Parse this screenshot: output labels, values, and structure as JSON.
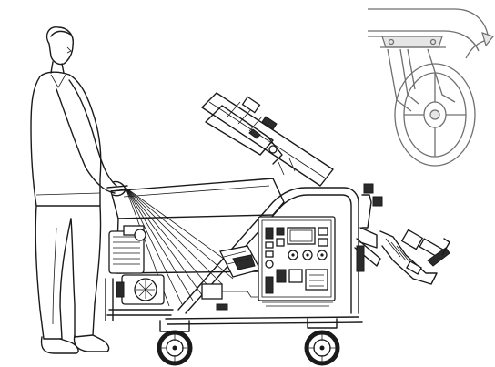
{
  "figure": {
    "subjects": [
      "person-pushing",
      "mixing-pump-machine",
      "caster-wheel-detail"
    ],
    "line_color": "#1a1a1a",
    "detail_color": "#6f6f6f",
    "background": "#ffffff",
    "detail_arrow_icon": "rotate-arrow-icon"
  }
}
